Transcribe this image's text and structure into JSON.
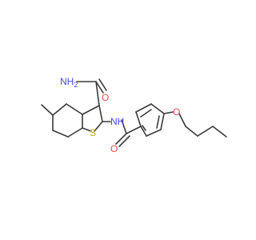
{
  "molecule": {
    "atoms": [
      {
        "id": "nh2",
        "label": "NH2",
        "color": "#4a4ae6"
      },
      {
        "id": "o-amide",
        "label": "O",
        "color": "#e64a4a"
      },
      {
        "id": "methyl",
        "label": "",
        "color": "#3a3a3a"
      },
      {
        "id": "nh",
        "label": "NH",
        "color": "#4a4ae6"
      },
      {
        "id": "s",
        "label": "S",
        "color": "#c9a800"
      },
      {
        "id": "o-benzamide",
        "label": "O",
        "color": "#e64a4a"
      },
      {
        "id": "o-ether",
        "label": "O",
        "color": "#e64a4a"
      }
    ],
    "bond_color": "#3a3a3a",
    "background": "#ffffff"
  }
}
